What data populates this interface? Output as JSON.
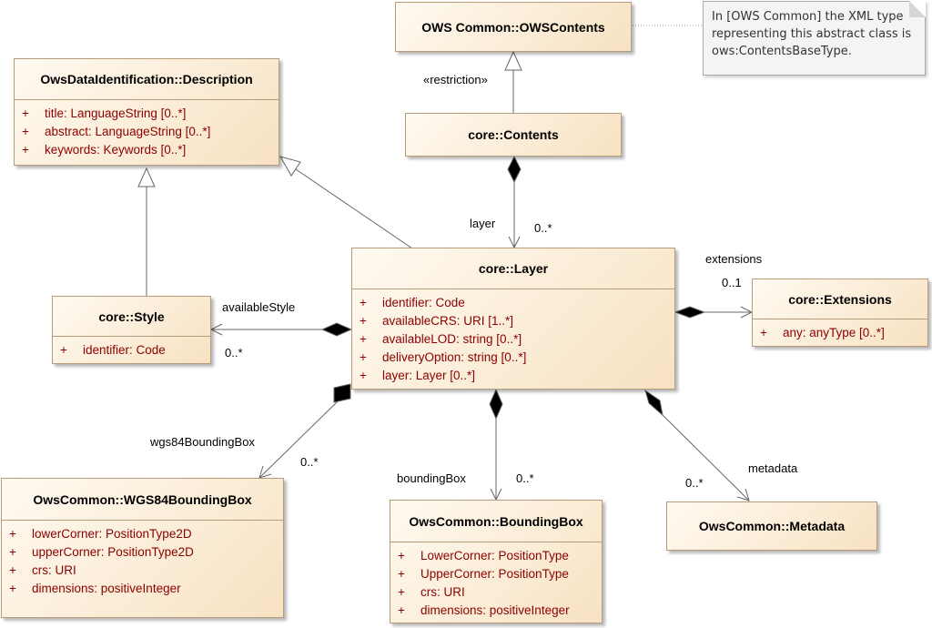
{
  "classes": {
    "ows_contents": {
      "name": "OWS Common::OWSContents"
    },
    "description": {
      "name": "OwsDataIdentification::Description",
      "attributes": [
        {
          "vis": "+",
          "text": "title: LanguageString [0..*]"
        },
        {
          "vis": "+",
          "text": "abstract: LanguageString [0..*]"
        },
        {
          "vis": "+",
          "text": "keywords: Keywords [0..*]"
        }
      ]
    },
    "contents": {
      "name": "core::Contents"
    },
    "layer": {
      "name": "core::Layer",
      "attributes": [
        {
          "vis": "+",
          "text": "identifier: Code"
        },
        {
          "vis": "+",
          "text": "availableCRS: URI [1..*]"
        },
        {
          "vis": "+",
          "text": "availableLOD: string [0..*]"
        },
        {
          "vis": "+",
          "text": "deliveryOption: string [0..*]"
        },
        {
          "vis": "+",
          "text": "layer: Layer [0..*]"
        }
      ]
    },
    "style": {
      "name": "core::Style",
      "attributes": [
        {
          "vis": "+",
          "text": "identifier: Code"
        }
      ]
    },
    "extensions": {
      "name": "core::Extensions",
      "attributes": [
        {
          "vis": "+",
          "text": "any: anyType [0..*]"
        }
      ]
    },
    "wgs84bbox": {
      "name": "OwsCommon::WGS84BoundingBox",
      "attributes": [
        {
          "vis": "+",
          "text": "lowerCorner: PositionType2D"
        },
        {
          "vis": "+",
          "text": "upperCorner: PositionType2D"
        },
        {
          "vis": "+",
          "text": "crs: URI"
        },
        {
          "vis": "+",
          "text": "dimensions: positiveInteger"
        }
      ]
    },
    "bbox": {
      "name": "OwsCommon::BoundingBox",
      "attributes": [
        {
          "vis": "+",
          "text": "LowerCorner: PositionType"
        },
        {
          "vis": "+",
          "text": "UpperCorner: PositionType"
        },
        {
          "vis": "+",
          "text": "crs: URI"
        },
        {
          "vis": "+",
          "text": "dimensions: positiveInteger"
        }
      ]
    },
    "metadata": {
      "name": "OwsCommon::Metadata"
    }
  },
  "note": {
    "lines": [
      "In [OWS Common] the XML type",
      "representing this abstract class is",
      "ows:ContentsBaseType."
    ]
  },
  "labels": {
    "restriction": "«restriction»",
    "layer_role": "layer",
    "layer_mult": "0..*",
    "extensions_role": "extensions",
    "extensions_mult": "0..1",
    "style_role": "availableStyle",
    "style_mult": "0..*",
    "wgs_role": "wgs84BoundingBox",
    "wgs_mult": "0..*",
    "bbox_role": "boundingBox",
    "bbox_mult": "0..*",
    "meta_role": "metadata",
    "meta_mult": "0..*"
  },
  "colors": {
    "class_fill_light": "#fffaf1",
    "class_fill_dark": "#f7e2c2",
    "class_border": "#b69c7a",
    "attribute_text": "#8b0000",
    "line": "#555555"
  }
}
